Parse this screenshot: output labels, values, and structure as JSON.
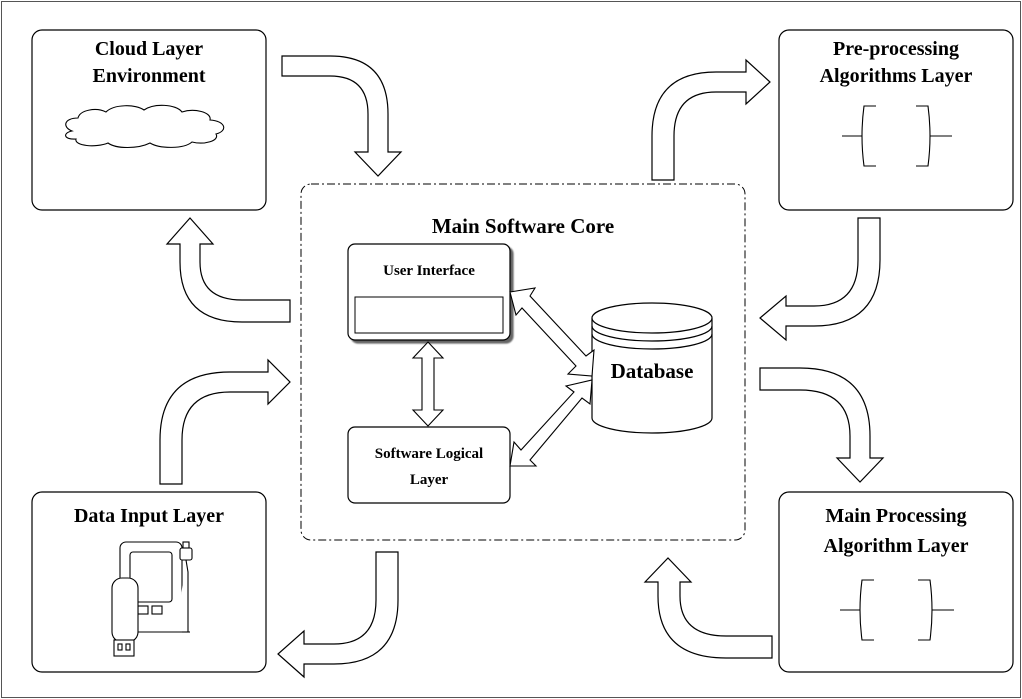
{
  "main_core": {
    "title": "Main Software Core"
  },
  "user_interface": {
    "title": "User Interface"
  },
  "software_logical": {
    "title_line1": "Software Logical",
    "title_line2": "Layer"
  },
  "database": {
    "title": "Database"
  },
  "cloud_layer": {
    "title_line1": "Cloud Layer",
    "title_line2": "Environment"
  },
  "preprocessing_layer": {
    "title_line1": "Pre-processing",
    "title_line2": "Algorithms Layer"
  },
  "data_input_layer": {
    "title": "Data Input Layer"
  },
  "main_processing_layer": {
    "title_line1": "Main Processing",
    "title_line2": "Algorithm Layer"
  }
}
